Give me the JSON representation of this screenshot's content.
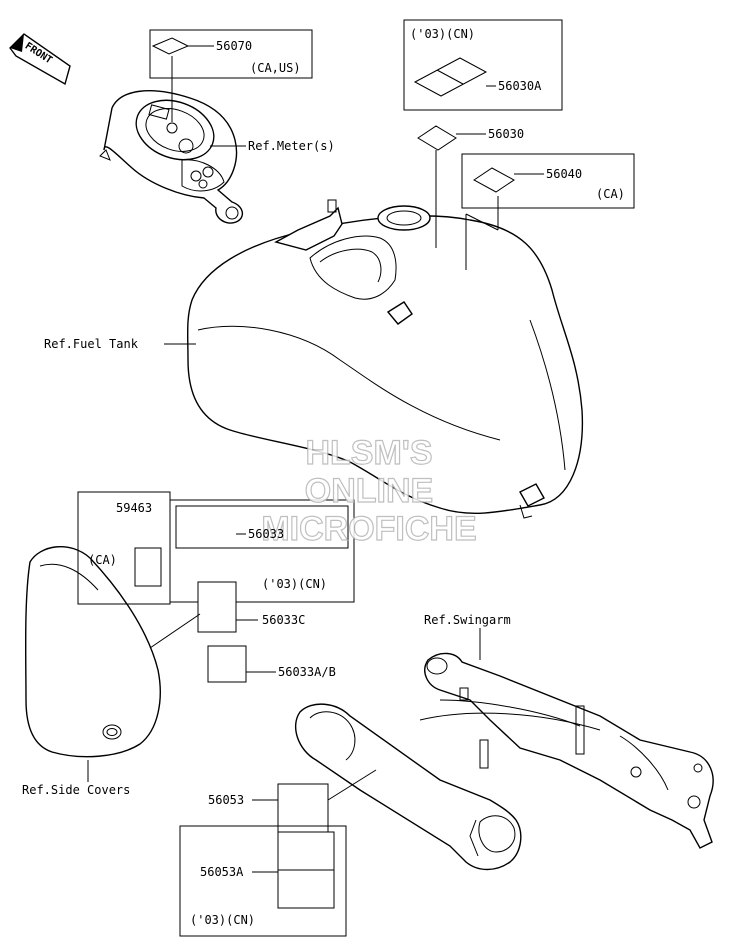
{
  "front_badge": "FRONT",
  "labels": {
    "p56070": "56070",
    "p56070_note": "(CA,US)",
    "meter": "Ref.Meter(s)",
    "p56030a_note": "('03)(CN)",
    "p56030a": "56030A",
    "p56030": "56030",
    "p56040": "56040",
    "p56040_note": "(CA)",
    "fuel_tank": "Ref.Fuel Tank",
    "p59463": "59463",
    "p59463_note": "(CA)",
    "p56033": "56033",
    "p56033_note": "('03)(CN)",
    "p56033c": "56033C",
    "p56033ab": "56033A/B",
    "swingarm": "Ref.Swingarm",
    "side_covers": "Ref.Side Covers",
    "p56053": "56053",
    "p56053a": "56053A",
    "p56053a_note": "('03)(CN)"
  },
  "watermark": [
    "HLSM'S",
    "ONLINE",
    "MICROFICHE"
  ]
}
